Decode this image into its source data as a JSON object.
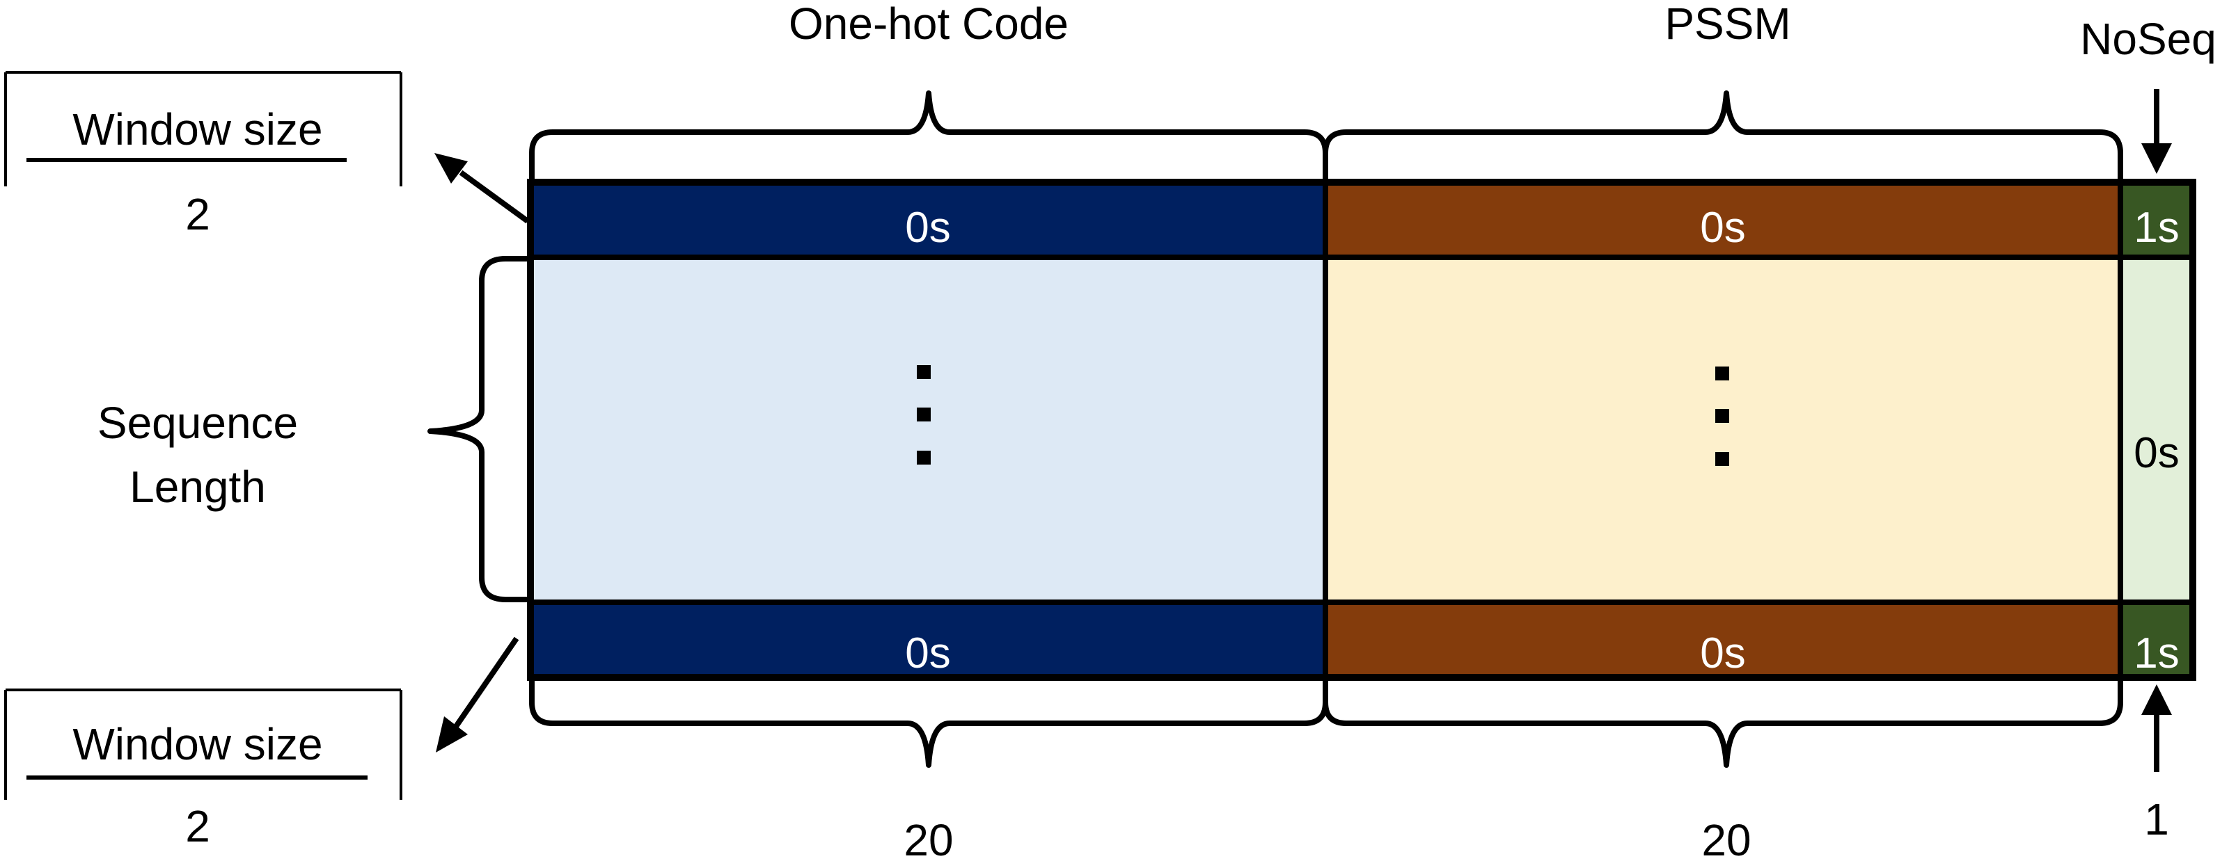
{
  "labels": {
    "onehot_header": "One-hot Code",
    "pssm_header": "PSSM",
    "noseq_header": "NoSeq",
    "window_size_top_numerator": "Window size",
    "window_size_top_denominator": "2",
    "window_size_bottom_numerator": "Window size",
    "window_size_bottom_denominator": "2",
    "sequence_length_line1": "Sequence",
    "sequence_length_line2": "Length",
    "onehot_width": "20",
    "pssm_width": "20",
    "noseq_width": "1"
  },
  "cells": {
    "onehot_top": "0s",
    "onehot_bottom": "0s",
    "pssm_top": "0s",
    "pssm_bottom": "0s",
    "noseq_top": "1s",
    "noseq_middle": "0s",
    "noseq_bottom": "1s"
  },
  "colors": {
    "onehot_pad": "#002060",
    "onehot_body": "#dde9f5",
    "pssm_pad": "#843c0c",
    "pssm_body": "#fdf0cc",
    "noseq_pad": "#385723",
    "noseq_body": "#e2efd9",
    "outline": "#000000"
  }
}
